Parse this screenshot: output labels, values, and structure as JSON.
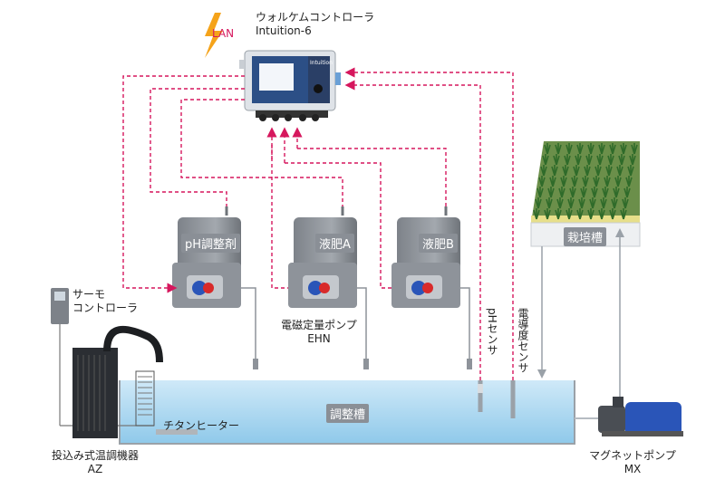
{
  "labels": {
    "lan": "LAN",
    "controller_name": "ウォルケムコントローラ",
    "controller_model": "Intuition-6",
    "controller_brand": "Intuition",
    "pump_ph": "pH調整剤",
    "pump_a": "液肥A",
    "pump_b": "液肥B",
    "pump_caption": "電磁定量ポンプ",
    "pump_model": "EHN",
    "ph_sensor": "pHセンサ",
    "ec_sensor": "電導度センサ",
    "cultivation_tank": "栽培槽",
    "adjust_tank": "調整槽",
    "thermo_line1": "サーモ",
    "thermo_line2": "コントローラ",
    "titanium_heater": "チタンヒーター",
    "cooler_name": "投込み式温調機器",
    "cooler_model": "AZ",
    "magnet_pump": "マグネットポンプ",
    "magnet_pump_model": "MX"
  },
  "colors": {
    "signal_line": "#d6175d",
    "water": "#a9d7f0",
    "pump_body": "#8e939a",
    "tank_tag": "#8a8f96",
    "lan_bolt": "#f5a31a",
    "magnet_pump": "#2a55b8"
  }
}
